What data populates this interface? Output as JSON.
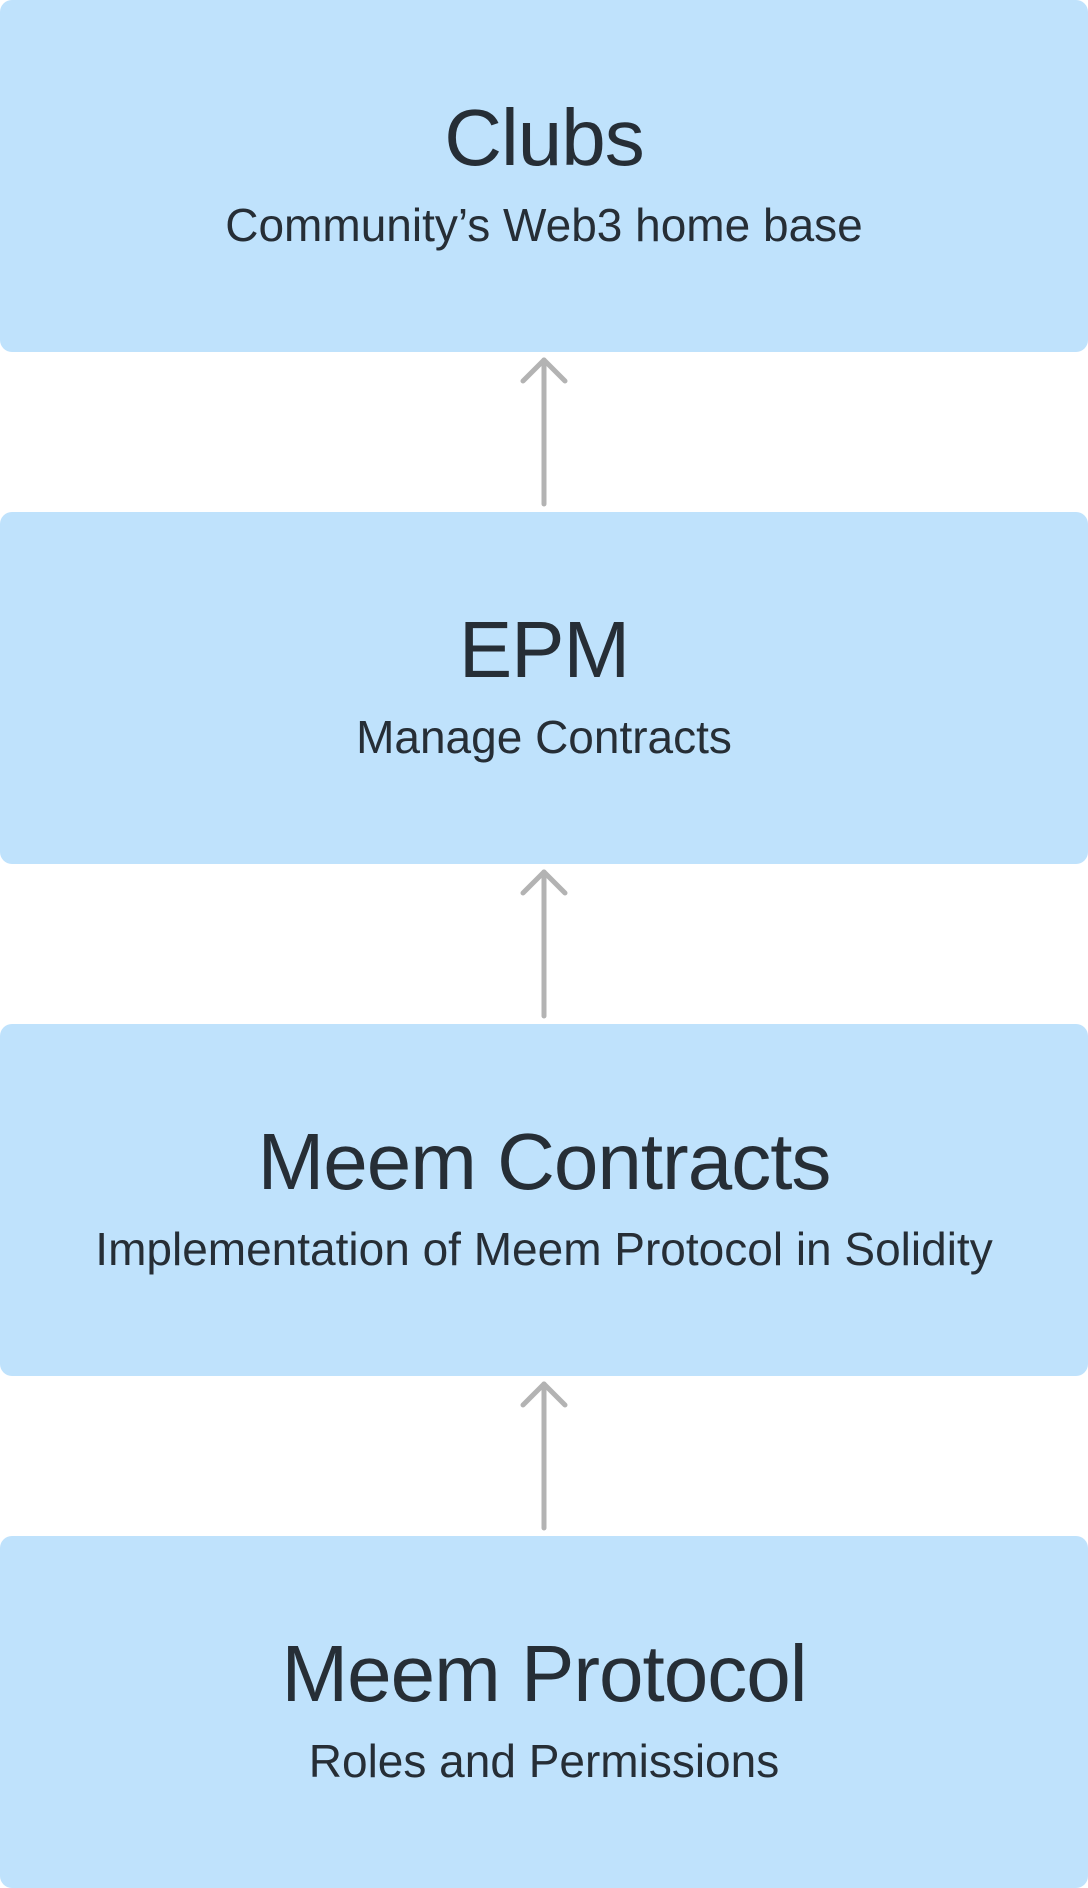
{
  "layers": [
    {
      "title": "Clubs",
      "subtitle": "Community’s Web3 home base"
    },
    {
      "title": "EPM",
      "subtitle": "Manage Contracts"
    },
    {
      "title": "Meem Contracts",
      "subtitle": "Implementation of Meem Protocol in Solidity"
    },
    {
      "title": "Meem Protocol",
      "subtitle": "Roles and Permissions"
    }
  ],
  "colors": {
    "box_fill": "#bfe2fc",
    "text": "#262e36",
    "arrow": "#b3b3b3"
  },
  "arrows": [
    {
      "from": "EPM",
      "to": "Clubs",
      "icon": "arrow-up-icon"
    },
    {
      "from": "Meem Contracts",
      "to": "EPM",
      "icon": "arrow-up-icon"
    },
    {
      "from": "Meem Protocol",
      "to": "Meem Contracts",
      "icon": "arrow-up-icon"
    }
  ]
}
